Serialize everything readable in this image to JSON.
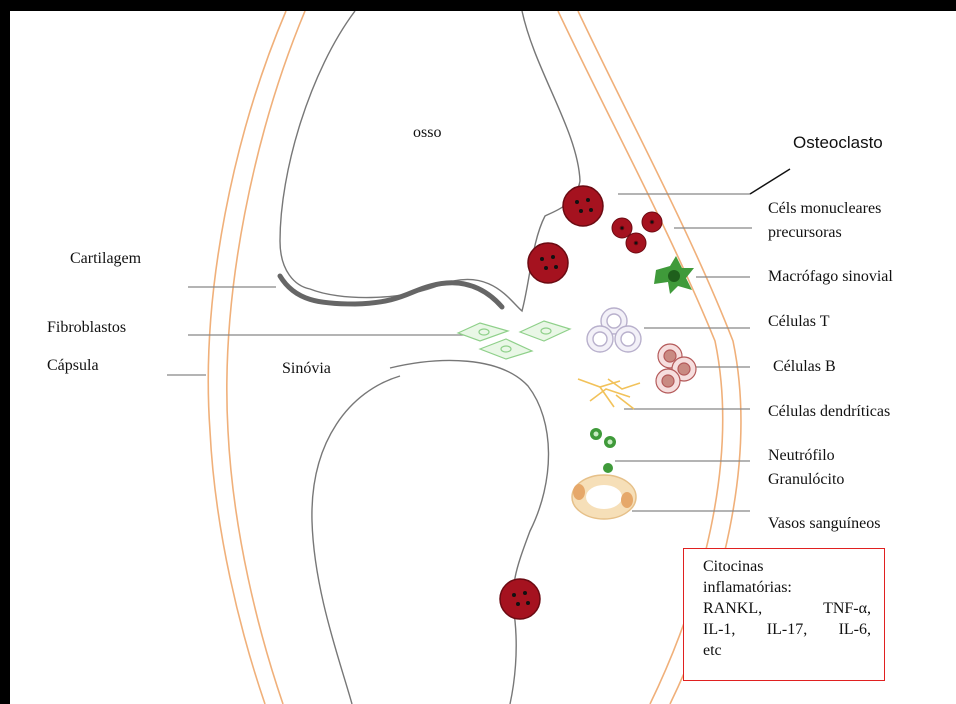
{
  "labels": {
    "bone": "osso",
    "osteoclast": "Osteoclasto",
    "precursor_line1": "Céls monucleares",
    "precursor_line2": "precursoras",
    "cartilage": "Cartilagem",
    "macrophage": "Macrófago sinovial",
    "fibroblasts": "Fibroblastos",
    "t_cells": "Células T",
    "capsule": "Cápsula",
    "synovium": "Sinóvia",
    "b_cells": "Células B",
    "dendritic": "Células dendríticas",
    "neutrophil": "Neutrófilo",
    "granulocyte": "Granulócito",
    "vessels": "Vasos sanguíneos"
  },
  "cytokines": {
    "line1": "Citocinas",
    "line2": "inflamatórias:",
    "line3a": "RANKL,",
    "line3b": "TNF-α,",
    "line4a": "IL-1,",
    "line4b": "IL-17,",
    "line4c": "IL-6,",
    "line5": "etc"
  },
  "colors": {
    "capsule": "#f0b07a",
    "osteoclast": "#a5121f",
    "macrophage": "#3f9a3a",
    "fibroblast": "#8fd08a",
    "dendritic": "#f2c25a",
    "highlight_border": "#e02020"
  }
}
